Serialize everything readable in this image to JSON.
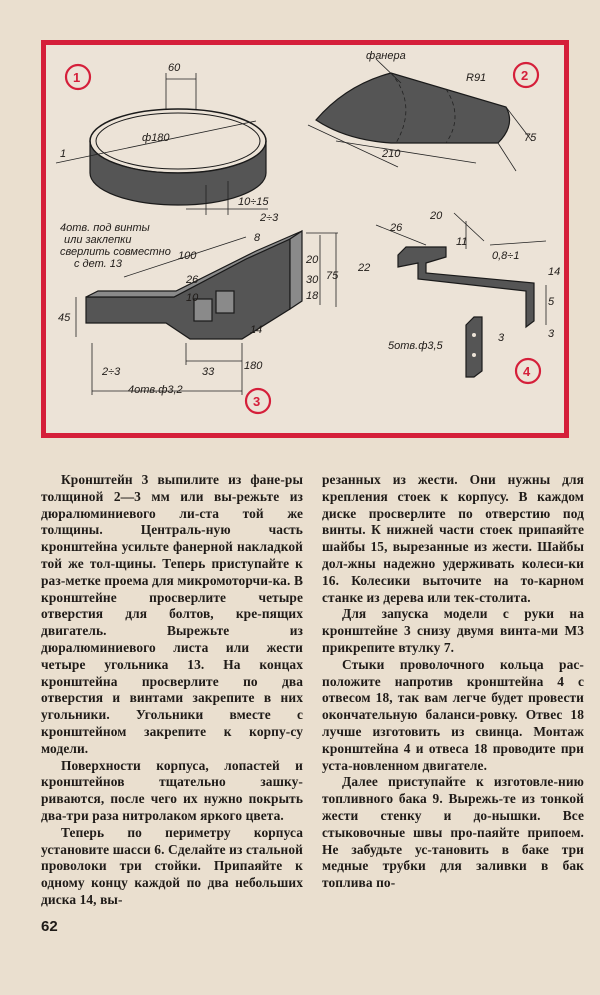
{
  "figure": {
    "badges": [
      "1",
      "2",
      "3",
      "4"
    ],
    "ring": {
      "width": "60",
      "diameter": "ф180",
      "gap": "10÷15",
      "mark": "1"
    },
    "blade": {
      "material": "фанера",
      "radius": "R91",
      "length": "210",
      "height": "75"
    },
    "bracket3": {
      "note_lines": [
        "4отв. под винты",
        "или заклепки",
        "сверлить совместно",
        "с дет. 13"
      ],
      "dims": [
        "100",
        "26",
        "10",
        "2÷3",
        "8",
        "20",
        "30",
        "18",
        "75",
        "45",
        "14",
        "33",
        "180",
        "2÷3",
        "4отв.ф3,2"
      ]
    },
    "bracket4": {
      "dims": [
        "26",
        "20",
        "11",
        "22",
        "0,8÷1",
        "14",
        "5",
        "3",
        "3"
      ],
      "holes": "5отв.ф3,5"
    }
  },
  "text": {
    "left": [
      "Кронштейн 3 выпилите из фане-ры толщиной 2—3 мм или вы-режьте из дюралюминиевого ли-ста той же толщины. Централь-ную часть кронштейна усильте фанерной накладкой той же тол-щины. Теперь приступайте к раз-метке проема для микромоторчи-ка. В кронштейне просверлите четыре отверстия для болтов, кре-пящих двигатель. Вырежьте из дюралюминиевого листа или жести четыре угольника 13. На концах кронштейна просверлите по два отверстия и винтами закрепите в них угольники. Угольники вместе с кронштейном закрепите к корпу-су модели.",
      "Поверхности корпуса, лопастей и кронштейнов тщательно зашку-риваются, после чего их нужно покрыть два-три раза нитролаком яркого цвета.",
      "Теперь по периметру корпуса установите шасси 6. Сделайте из стальной проволоки три стойки. Припаяйте к одному концу каждой по два небольших диска 14, вы-"
    ],
    "right": [
      "резанных из жести. Они нужны для крепления стоек к корпусу. В каждом диске просверлите по отверстию под винты. К нижней части стоек припаяйте шайбы 15, вырезанные из жести. Шайбы дол-жны надежно удерживать колеси-ки 16. Колесики выточите на то-карном станке из дерева или тек-столита.",
      "Для запуска модели с руки на кронштейне 3 снизу двумя винта-ми М3 прикрепите втулку 7.",
      "Стыки проволочного кольца рас-положите напротив кронштейна 4 с отвесом 18, так вам легче будет провести окончательную баланси-ровку. Отвес 18 лучше изготовить из свинца. Монтаж кронштейна 4 и отвеса 18 проводите при уста-новленном двигателе.",
      "Далее приступайте к изготовле-нию топливного бака 9. Вырежь-те из тонкой жести стенку и до-нышки. Все стыковочные швы про-паяйте припоем. Не забудьте ус-тановить в баке три медные трубки для заливки в бак топлива по-"
    ]
  },
  "page_number": "62",
  "colors": {
    "frame": "#d51f3a",
    "paper": "#eadfcf"
  }
}
